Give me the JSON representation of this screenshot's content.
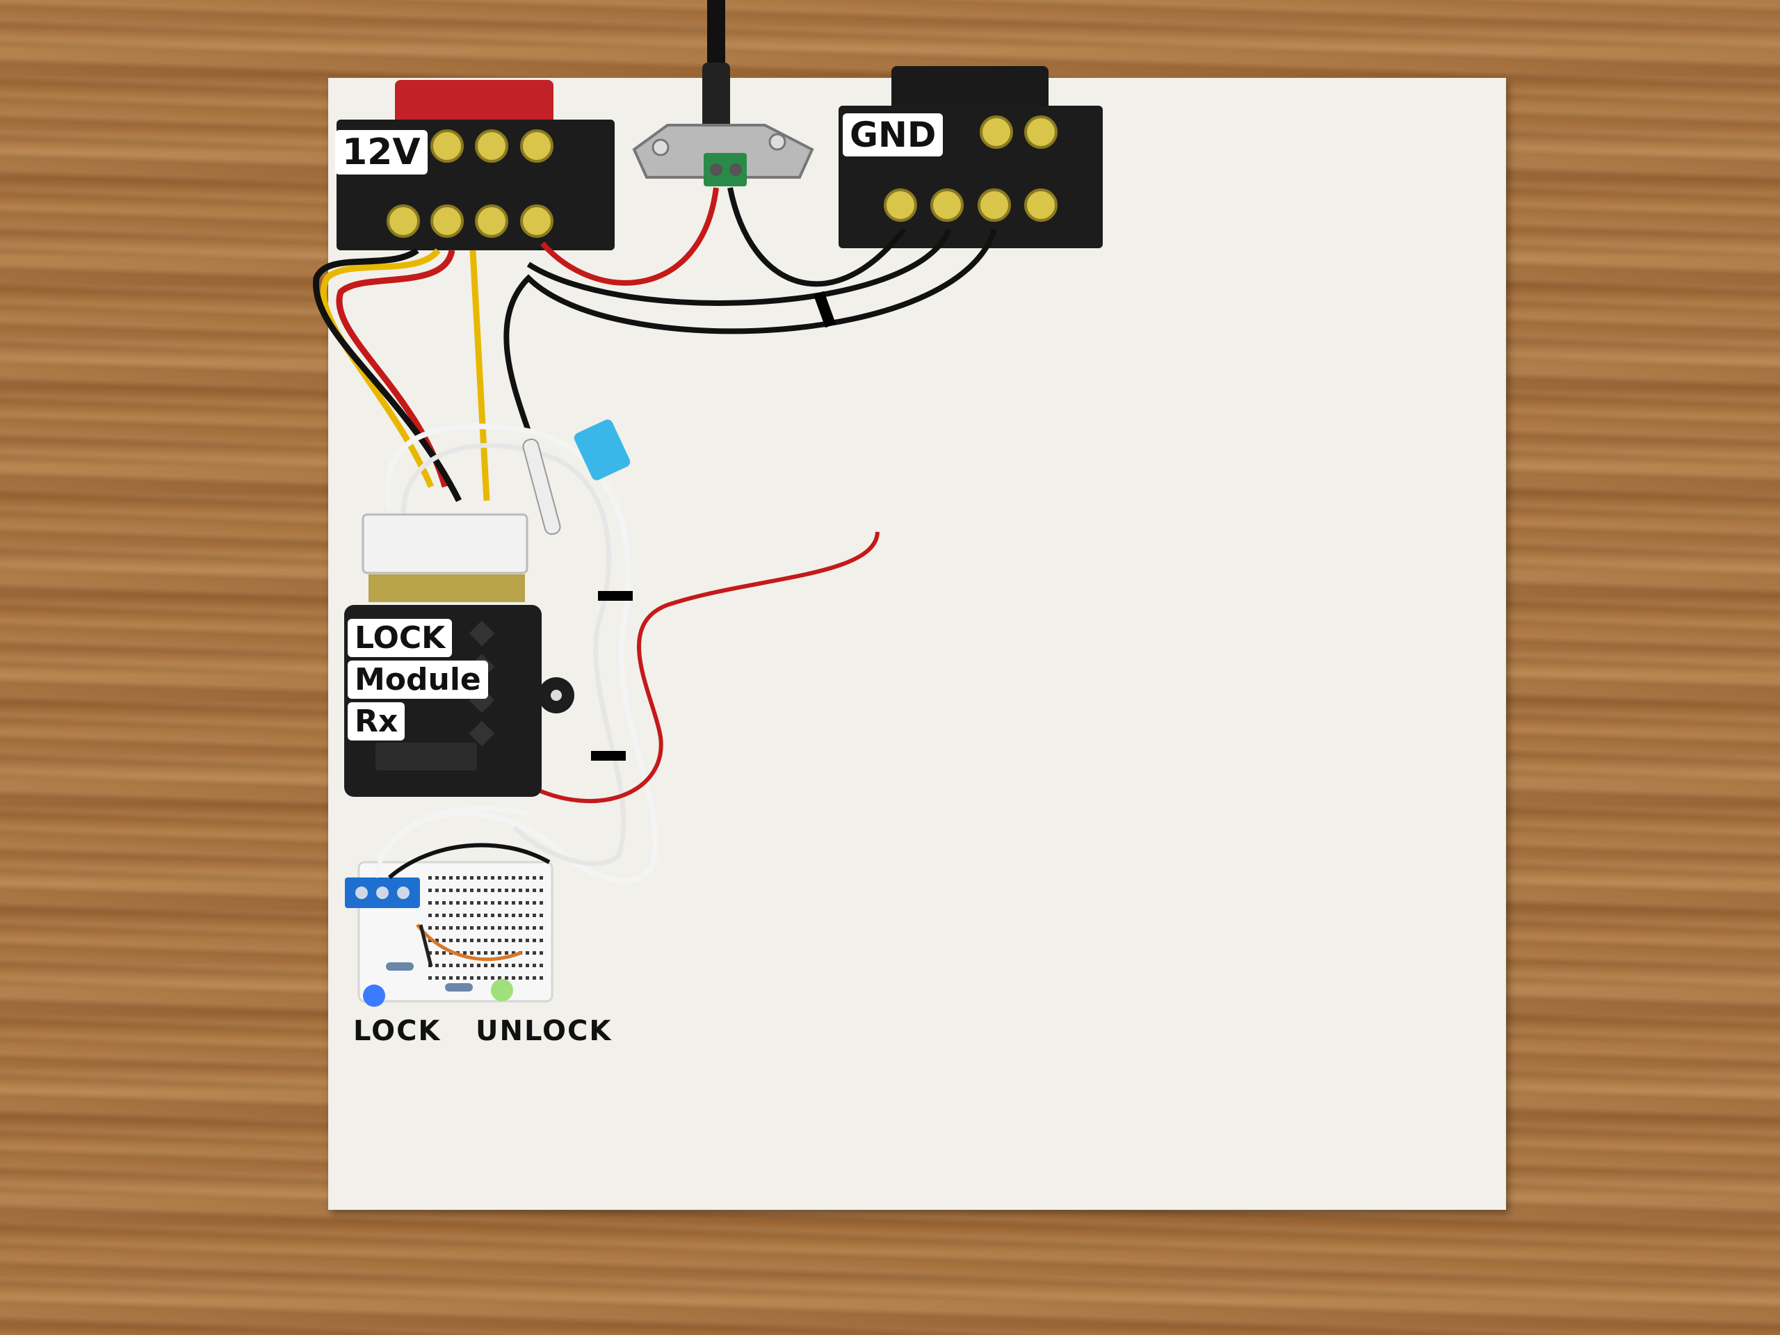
{
  "photo": {
    "subject": "wiring-board",
    "colors": {
      "wood": "#a56f3c",
      "board": "#f1f0ea",
      "terminal_block": "#1c1c1c",
      "red_wire": "#c41a1a",
      "yellow_wire": "#e8b800",
      "black_wire": "#111111",
      "white_wire": "#f4f4f4",
      "fuse": "#3ab7e8",
      "connector": "#2a8a4a",
      "screw_terminal": "#1e6fd0",
      "led_blue": "#3a7bff",
      "led_green": "#9fe07a"
    }
  },
  "labels": {
    "power": "12V",
    "ground": "GND",
    "module_line1": "LOCK",
    "module_line2": "Module",
    "module_line3": "Rx"
  },
  "breadboard_labels": {
    "left_led": "LOCK",
    "right_led": "UNLOCK"
  }
}
